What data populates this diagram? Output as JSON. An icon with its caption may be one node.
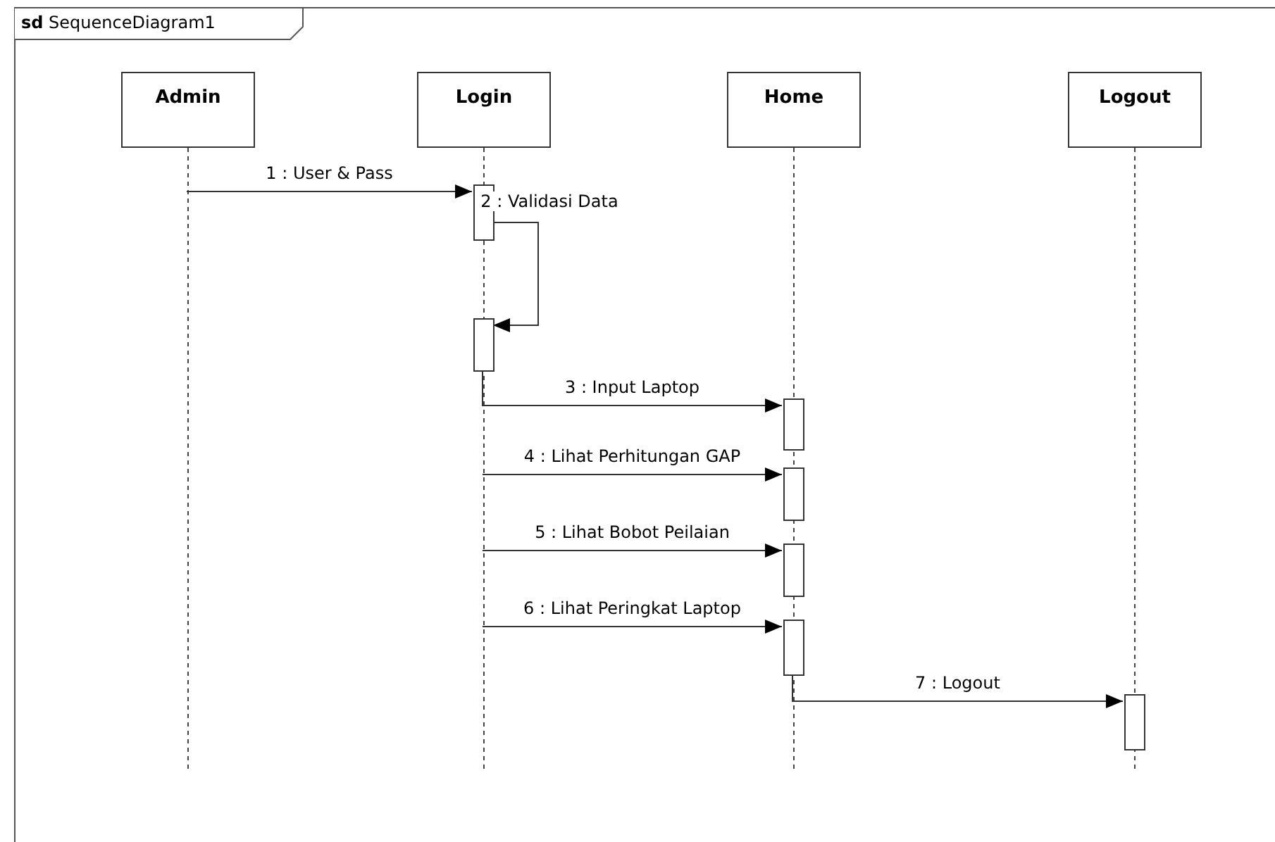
{
  "diagram": {
    "nodes": [
      {
        "text": [
          "**sd** SequenceDiagram1"
        ]
      },
      {
        "text": [
          "Admin"
        ],
        "in": 0
      },
      {
        "text": [
          "Login"
        ],
        "in": 0
      },
      {
        "text": [
          "Home"
        ],
        "in": 0
      },
      {
        "text": [
          "Logout"
        ],
        "in": 0
      },
      {
        "text": [],
        "shape": "bar",
        "in": 2
      },
      {
        "text": [],
        "shape": "bar",
        "in": 2
      },
      {
        "text": [],
        "shape": "bar",
        "in": 3
      },
      {
        "text": [],
        "shape": "bar",
        "in": 3
      },
      {
        "text": [],
        "shape": "bar",
        "in": 3
      },
      {
        "text": [],
        "shape": "bar",
        "in": 3
      },
      {
        "text": [],
        "shape": "bar",
        "in": 4
      }
    ],
    "edges": [
      {
        "from": 1,
        "to": 5,
        "arrow": "to",
        "label": "1 : User & Pass"
      },
      {
        "from": 5,
        "to": 6,
        "arrow": "to",
        "label": "2 : Validasi Data"
      },
      {
        "from": 6,
        "to": 7,
        "arrow": "to",
        "label": "3 : Input Laptop"
      },
      {
        "from": 2,
        "to": 8,
        "arrow": "to",
        "label": "4 : Lihat Perhitungan GAP"
      },
      {
        "from": 2,
        "to": 9,
        "arrow": "to",
        "label": "5 : Lihat Bobot Peilaian"
      },
      {
        "from": 2,
        "to": 10,
        "arrow": "to",
        "label": "6 : Lihat Peringkat Laptop"
      },
      {
        "from": 10,
        "to": 11,
        "arrow": "to",
        "label": "7 : Logout"
      }
    ]
  }
}
